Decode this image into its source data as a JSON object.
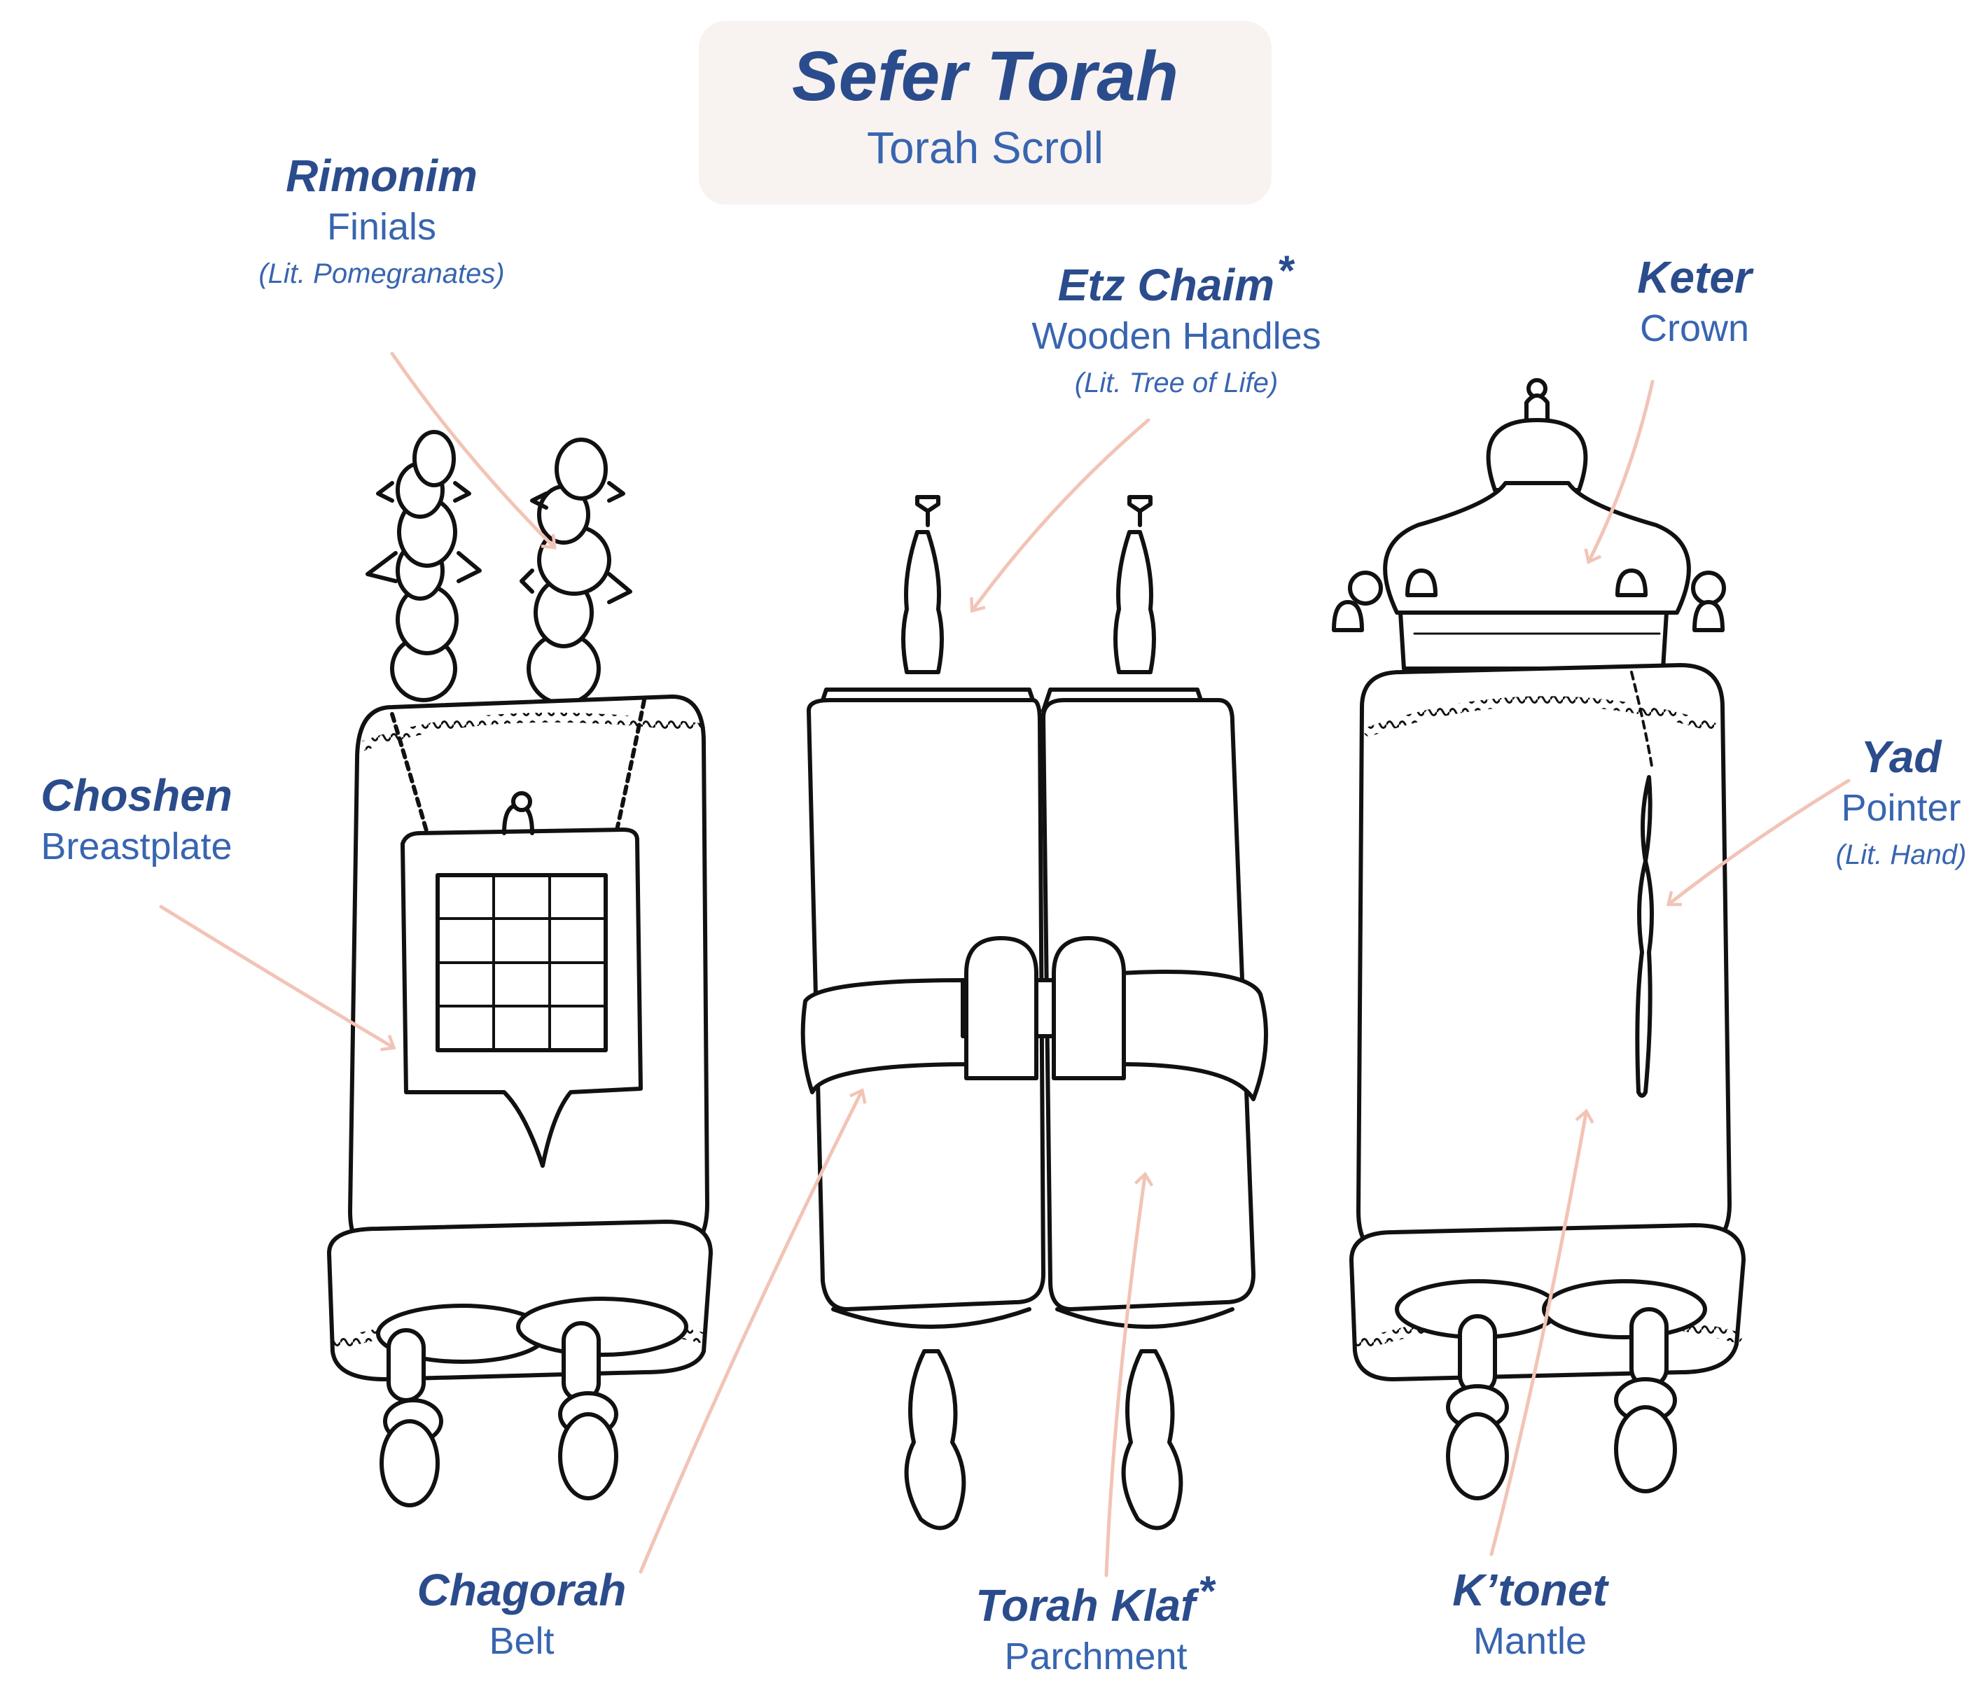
{
  "header": {
    "title": "Sefer Torah",
    "subtitle": "Torah Scroll"
  },
  "labels": {
    "rimonim": {
      "term": "Rimonim",
      "meaning": "Finials",
      "literal": "(Lit. Pomegranates)"
    },
    "etz_chaim": {
      "term": "Etz Chaim",
      "asterisk": "*",
      "meaning": "Wooden Handles",
      "literal": "(Lit. Tree of Life)"
    },
    "keter": {
      "term": "Keter",
      "meaning": "Crown"
    },
    "choshen": {
      "term": "Choshen",
      "meaning": "Breastplate"
    },
    "yad": {
      "term": "Yad",
      "meaning": "Pointer",
      "literal": "(Lit. Hand)"
    },
    "chagorah": {
      "term": "Chagorah",
      "meaning": "Belt"
    },
    "torah_klaf": {
      "term": "Torah Klaf",
      "asterisk": "*",
      "meaning": "Parchment"
    },
    "ktonet": {
      "term": "K’tonet",
      "meaning": "Mantle"
    }
  },
  "colors": {
    "label_text": "#2b4c8c",
    "subtext": "#3865b0",
    "arrow": "#f2c4b6",
    "ink": "#111111",
    "title_bg": "#f8f3f1"
  }
}
